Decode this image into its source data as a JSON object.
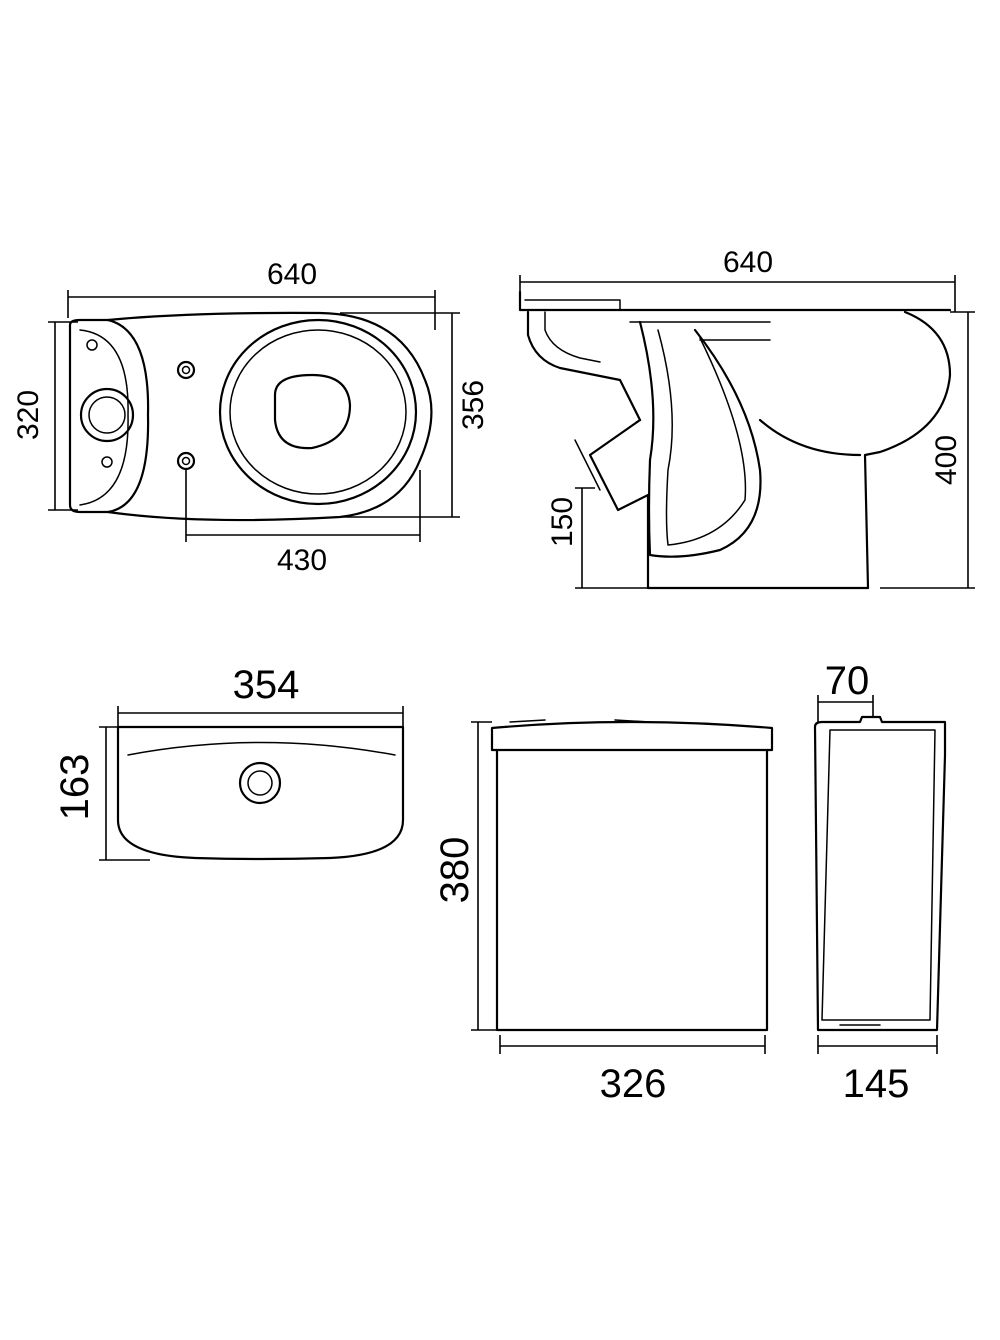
{
  "colors": {
    "line": "#000000",
    "background": "#ffffff"
  },
  "dimensions": {
    "bowl_top_length": "640",
    "bowl_top_width": "320",
    "bowl_top_width_outer": "356",
    "bowl_top_bolt_to_front": "430",
    "bowl_side_length": "640",
    "bowl_side_height": "400",
    "bowl_side_outlet_height": "150",
    "cistern_top_width": "354",
    "cistern_top_depth": "163",
    "cistern_front_height": "380",
    "cistern_front_width": "326",
    "cistern_side_button": "70",
    "cistern_side_depth": "145"
  }
}
